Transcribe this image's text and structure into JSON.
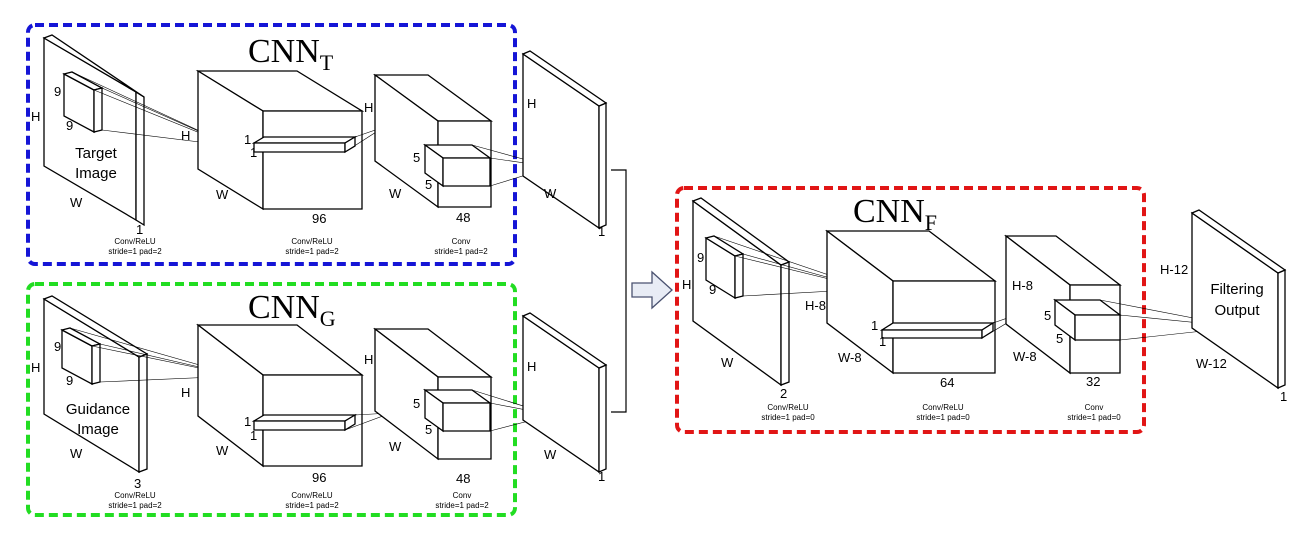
{
  "colors": {
    "cnn_t_border": "#1515d6",
    "cnn_g_border": "#22dd22",
    "cnn_f_border": "#e11515",
    "arrow_fill": "#e8ecf5",
    "arrow_stroke": "#4a5270"
  },
  "cnn_t": {
    "title": "CNN",
    "sub": "T",
    "input": {
      "h": "H",
      "w": "W",
      "k1": "9",
      "k2": "9",
      "name1": "Target",
      "name2": "Image",
      "depth": "1"
    },
    "layer1": {
      "h": "H",
      "w": "W",
      "k1": "1",
      "k2": "1",
      "depth": "96",
      "cap1": "Conv/ReLU",
      "cap2": "stride=1 pad=2"
    },
    "layer2": {
      "h": "H",
      "w": "W",
      "k1": "5",
      "k2": "5",
      "depth": "48",
      "cap1": "Conv",
      "cap2": "stride=1 pad=2"
    },
    "input_cap1": "Conv/ReLU",
    "input_cap2": "stride=1 pad=2",
    "output": {
      "h": "H",
      "w": "W",
      "depth": "1"
    }
  },
  "cnn_g": {
    "title": "CNN",
    "sub": "G",
    "input": {
      "h": "H",
      "w": "W",
      "k1": "9",
      "k2": "9",
      "name1": "Guidance",
      "name2": "Image",
      "depth": "3"
    },
    "layer1": {
      "h": "H",
      "w": "W",
      "k1": "1",
      "k2": "1",
      "depth": "96",
      "cap1": "Conv/ReLU",
      "cap2": "stride=1 pad=2"
    },
    "layer2": {
      "h": "H",
      "w": "W",
      "k1": "5",
      "k2": "5",
      "depth": "48",
      "cap1": "Conv",
      "cap2": "stride=1 pad=2"
    },
    "input_cap1": "Conv/ReLU",
    "input_cap2": "stride=1 pad=2",
    "output": {
      "h": "H",
      "w": "W",
      "depth": "1"
    }
  },
  "cnn_f": {
    "title": "CNN",
    "sub": "F",
    "input": {
      "h": "H",
      "w": "W",
      "k1": "9",
      "k2": "9",
      "depth": "2"
    },
    "layer1": {
      "h": "H-8",
      "w": "W-8",
      "k1": "1",
      "k2": "1",
      "depth": "64",
      "cap1": "Conv/ReLU",
      "cap2": "stride=1 pad=0"
    },
    "layer2": {
      "h": "H-8",
      "w": "W-8",
      "k1": "5",
      "k2": "5",
      "depth": "32",
      "cap1": "Conv",
      "cap2": "stride=1 pad=0"
    },
    "input_cap1": "Conv/ReLU",
    "input_cap2": "stride=1 pad=0",
    "output": {
      "h": "H-12",
      "w": "W-12",
      "name1": "Filtering",
      "name2": "Output",
      "depth": "1"
    }
  }
}
